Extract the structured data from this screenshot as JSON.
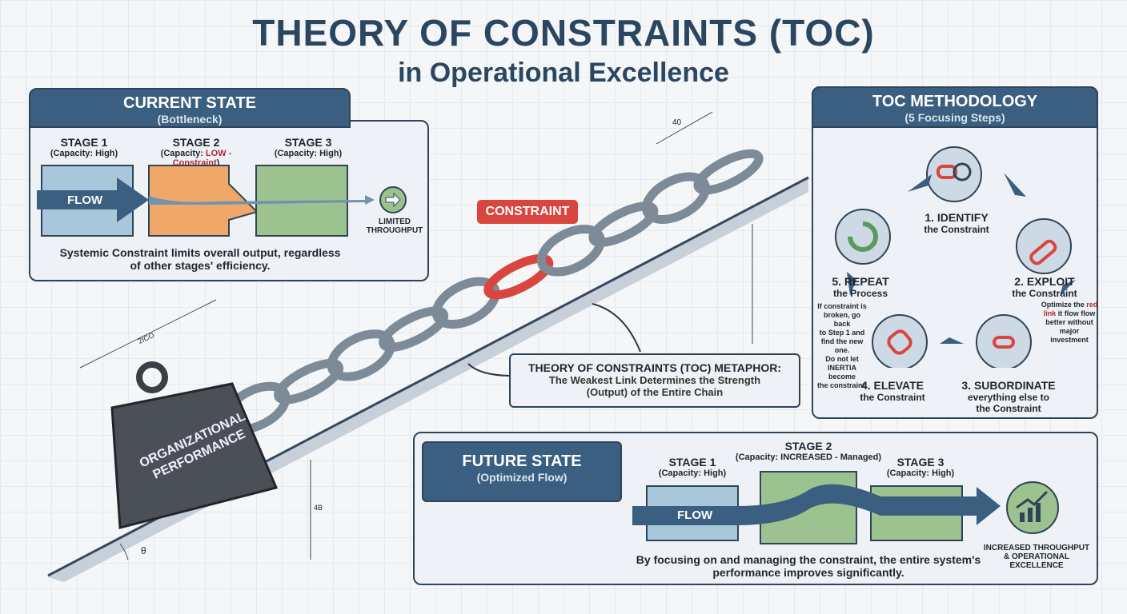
{
  "title": "THEORY OF CONSTRAINTS (TOC)",
  "subtitle": "in Operational Excellence",
  "current_state": {
    "title": "CURRENT STATE",
    "subtitle": "(Bottleneck)",
    "stages": [
      {
        "name": "STAGE 1",
        "capacity": "(Capacity: High)"
      },
      {
        "name": "STAGE 2",
        "capacity_prefix": "(Capacity: ",
        "capacity_low": "LOW - Constraint",
        "capacity_suffix": ")"
      },
      {
        "name": "STAGE 3",
        "capacity": "(Capacity: High)"
      }
    ],
    "flow_label": "FLOW",
    "result_line1": "LIMITED",
    "result_line2": "THROUGHPUT",
    "note_line1": "Systemic Constraint limits overall output, regardless",
    "note_line2": "of other stages' efficiency."
  },
  "chain": {
    "constraint_label": "CONSTRAINT",
    "weight_line1": "ORGANIZATIONAL",
    "weight_line2": "PERFORMANCE",
    "dim_top": "40",
    "dim_left": "2ICO",
    "dim_right": "4B",
    "angle": "θ",
    "metaphor_title": "THEORY OF CONSTRAINTS (TOC) METAPHOR:",
    "metaphor_line1": "The Weakest Link Determines the Strength",
    "metaphor_line2": "(Output) of the Entire Chain"
  },
  "methodology": {
    "title": "TOC METHODOLOGY",
    "subtitle": "(5 Focusing Steps)",
    "steps": [
      {
        "title": "1. IDENTIFY",
        "sub": "the Constraint",
        "icon": "magnifier-chain-icon"
      },
      {
        "title": "2. EXPLOIT",
        "sub": "the Constraint",
        "icon": "worker-chain-icon",
        "note_a": "Optimize the",
        "note_b": "red link",
        "note_c": "it flow",
        "note_d": "flow better",
        "note_e": "without major",
        "note_f": "investment"
      },
      {
        "title": "3. SUBORDINATE",
        "sub": "everything else to",
        "sub2": "the Constraint",
        "icon": "aligned-chain-icon"
      },
      {
        "title": "4. ELEVATE",
        "sub": "the Constraint",
        "icon": "elevate-chain-icon"
      },
      {
        "title": "5. REPEAT",
        "sub": "the Process",
        "icon": "cycle-icon",
        "note": [
          "If constraint is",
          "broken, go back",
          "to Step 1 and",
          "find the new one.",
          "Do not let",
          "INERTIA become",
          "the constraint."
        ]
      }
    ]
  },
  "future_state": {
    "title": "FUTURE STATE",
    "subtitle": "(Optimized Flow)",
    "stages": [
      {
        "name": "STAGE 1",
        "capacity": "(Capacity: High)"
      },
      {
        "name": "STAGE 2",
        "capacity": "(Capacity: INCREASED - Managed)"
      },
      {
        "name": "STAGE 3",
        "capacity": "(Capacity: High)"
      }
    ],
    "flow_label": "FLOW",
    "result_line1": "INCREASED THROUGHPUT",
    "result_line2": "& OPERATIONAL EXCELLENCE",
    "note_line1": "By focusing on and managing the constraint, the entire system's",
    "note_line2": "performance improves significantly."
  },
  "colors": {
    "primary": "#3a5f80",
    "constraint": "#d9463f",
    "stage1": "#a9c7da",
    "stage2_low": "#f0a868",
    "stage_green": "#9cc38f"
  }
}
